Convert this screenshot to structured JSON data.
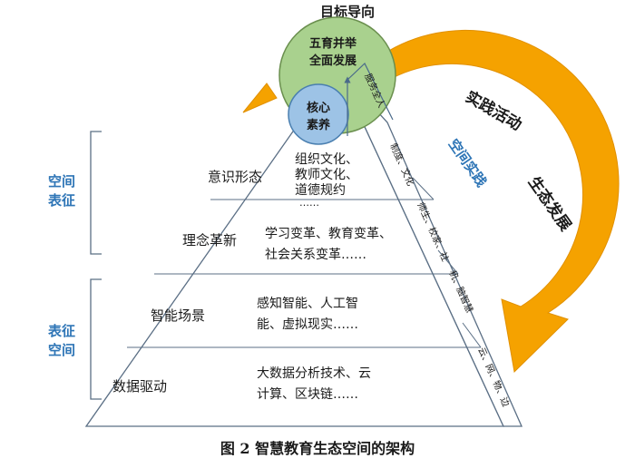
{
  "diagram": {
    "top_title": "目标导向",
    "outer_circle_label": [
      "五育并举",
      "全面发展"
    ],
    "inner_circle_label": [
      "核心",
      "素养"
    ],
    "left_brackets": {
      "upper": [
        "空间",
        "表征"
      ],
      "lower": [
        "表征",
        "空间"
      ]
    },
    "layers": [
      {
        "name": "意识形态",
        "content": [
          "组织文化、",
          "教师文化、",
          "道德规约",
          "……"
        ]
      },
      {
        "name": "理念革新",
        "content": [
          "学习变革、教育变革、",
          "社会关系变革……"
        ]
      },
      {
        "name": "智能场景",
        "content": [
          "感知智能、人工智",
          "能、虚拟现实……"
        ]
      },
      {
        "name": "数据驱动",
        "content": [
          "大数据分析技术、云",
          "计算、区块链……"
        ]
      }
    ],
    "side_face_labels": [
      "服务全人",
      "制度、文化",
      "师生、校家、社",
      "机、脑智慧",
      "云、网、物、边"
    ],
    "arrow_label_1": "实践活动",
    "arrow_label_2": "生态发展",
    "diagonal_label": "空间实践",
    "caption": "图 2 智慧教育生态空间的架构"
  },
  "colors": {
    "outer_circle": "#a9d18e",
    "inner_circle": "#9dc3e6",
    "arrow": "#f5a200",
    "accent_blue": "#2e75b6",
    "line": "#4a6a8a"
  }
}
